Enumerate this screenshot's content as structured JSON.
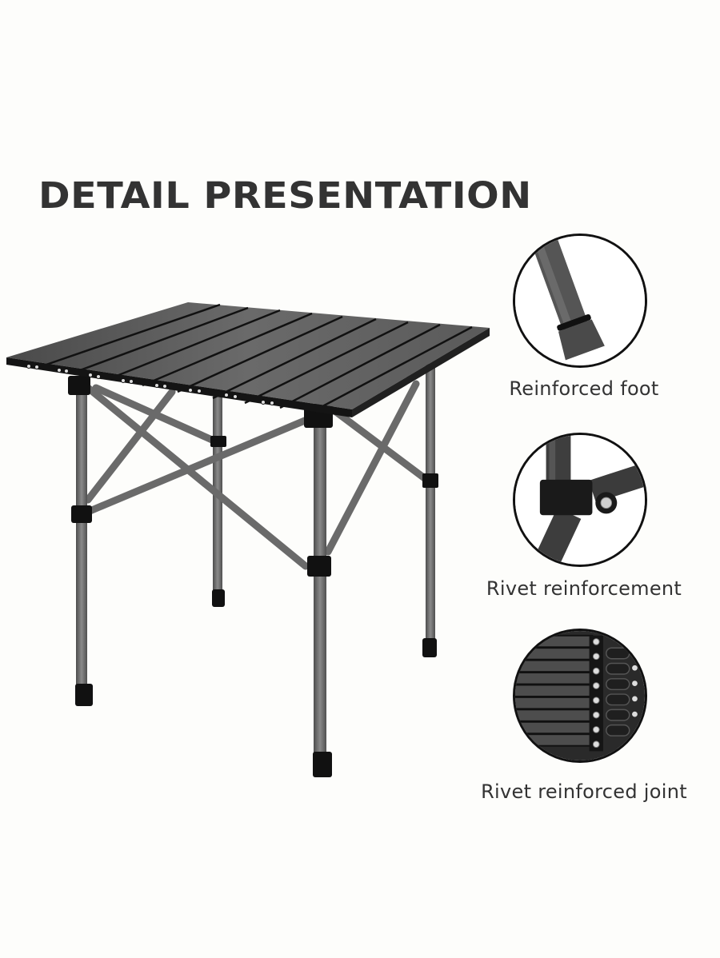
{
  "headline": "DETAIL PRESENTATION",
  "product": {
    "name": "folding-table-illustration",
    "top_color": "#5c5c5c",
    "frame_color": "#6d6d6d",
    "joint_color": "#111111"
  },
  "details": [
    {
      "caption": "Reinforced foot",
      "icon": "reinforced-foot-icon"
    },
    {
      "caption": "Rivet reinforcement",
      "icon": "rivet-reinforcement-icon"
    },
    {
      "caption": "Rivet reinforced joint",
      "icon": "rivet-reinforced-joint-icon"
    }
  ]
}
